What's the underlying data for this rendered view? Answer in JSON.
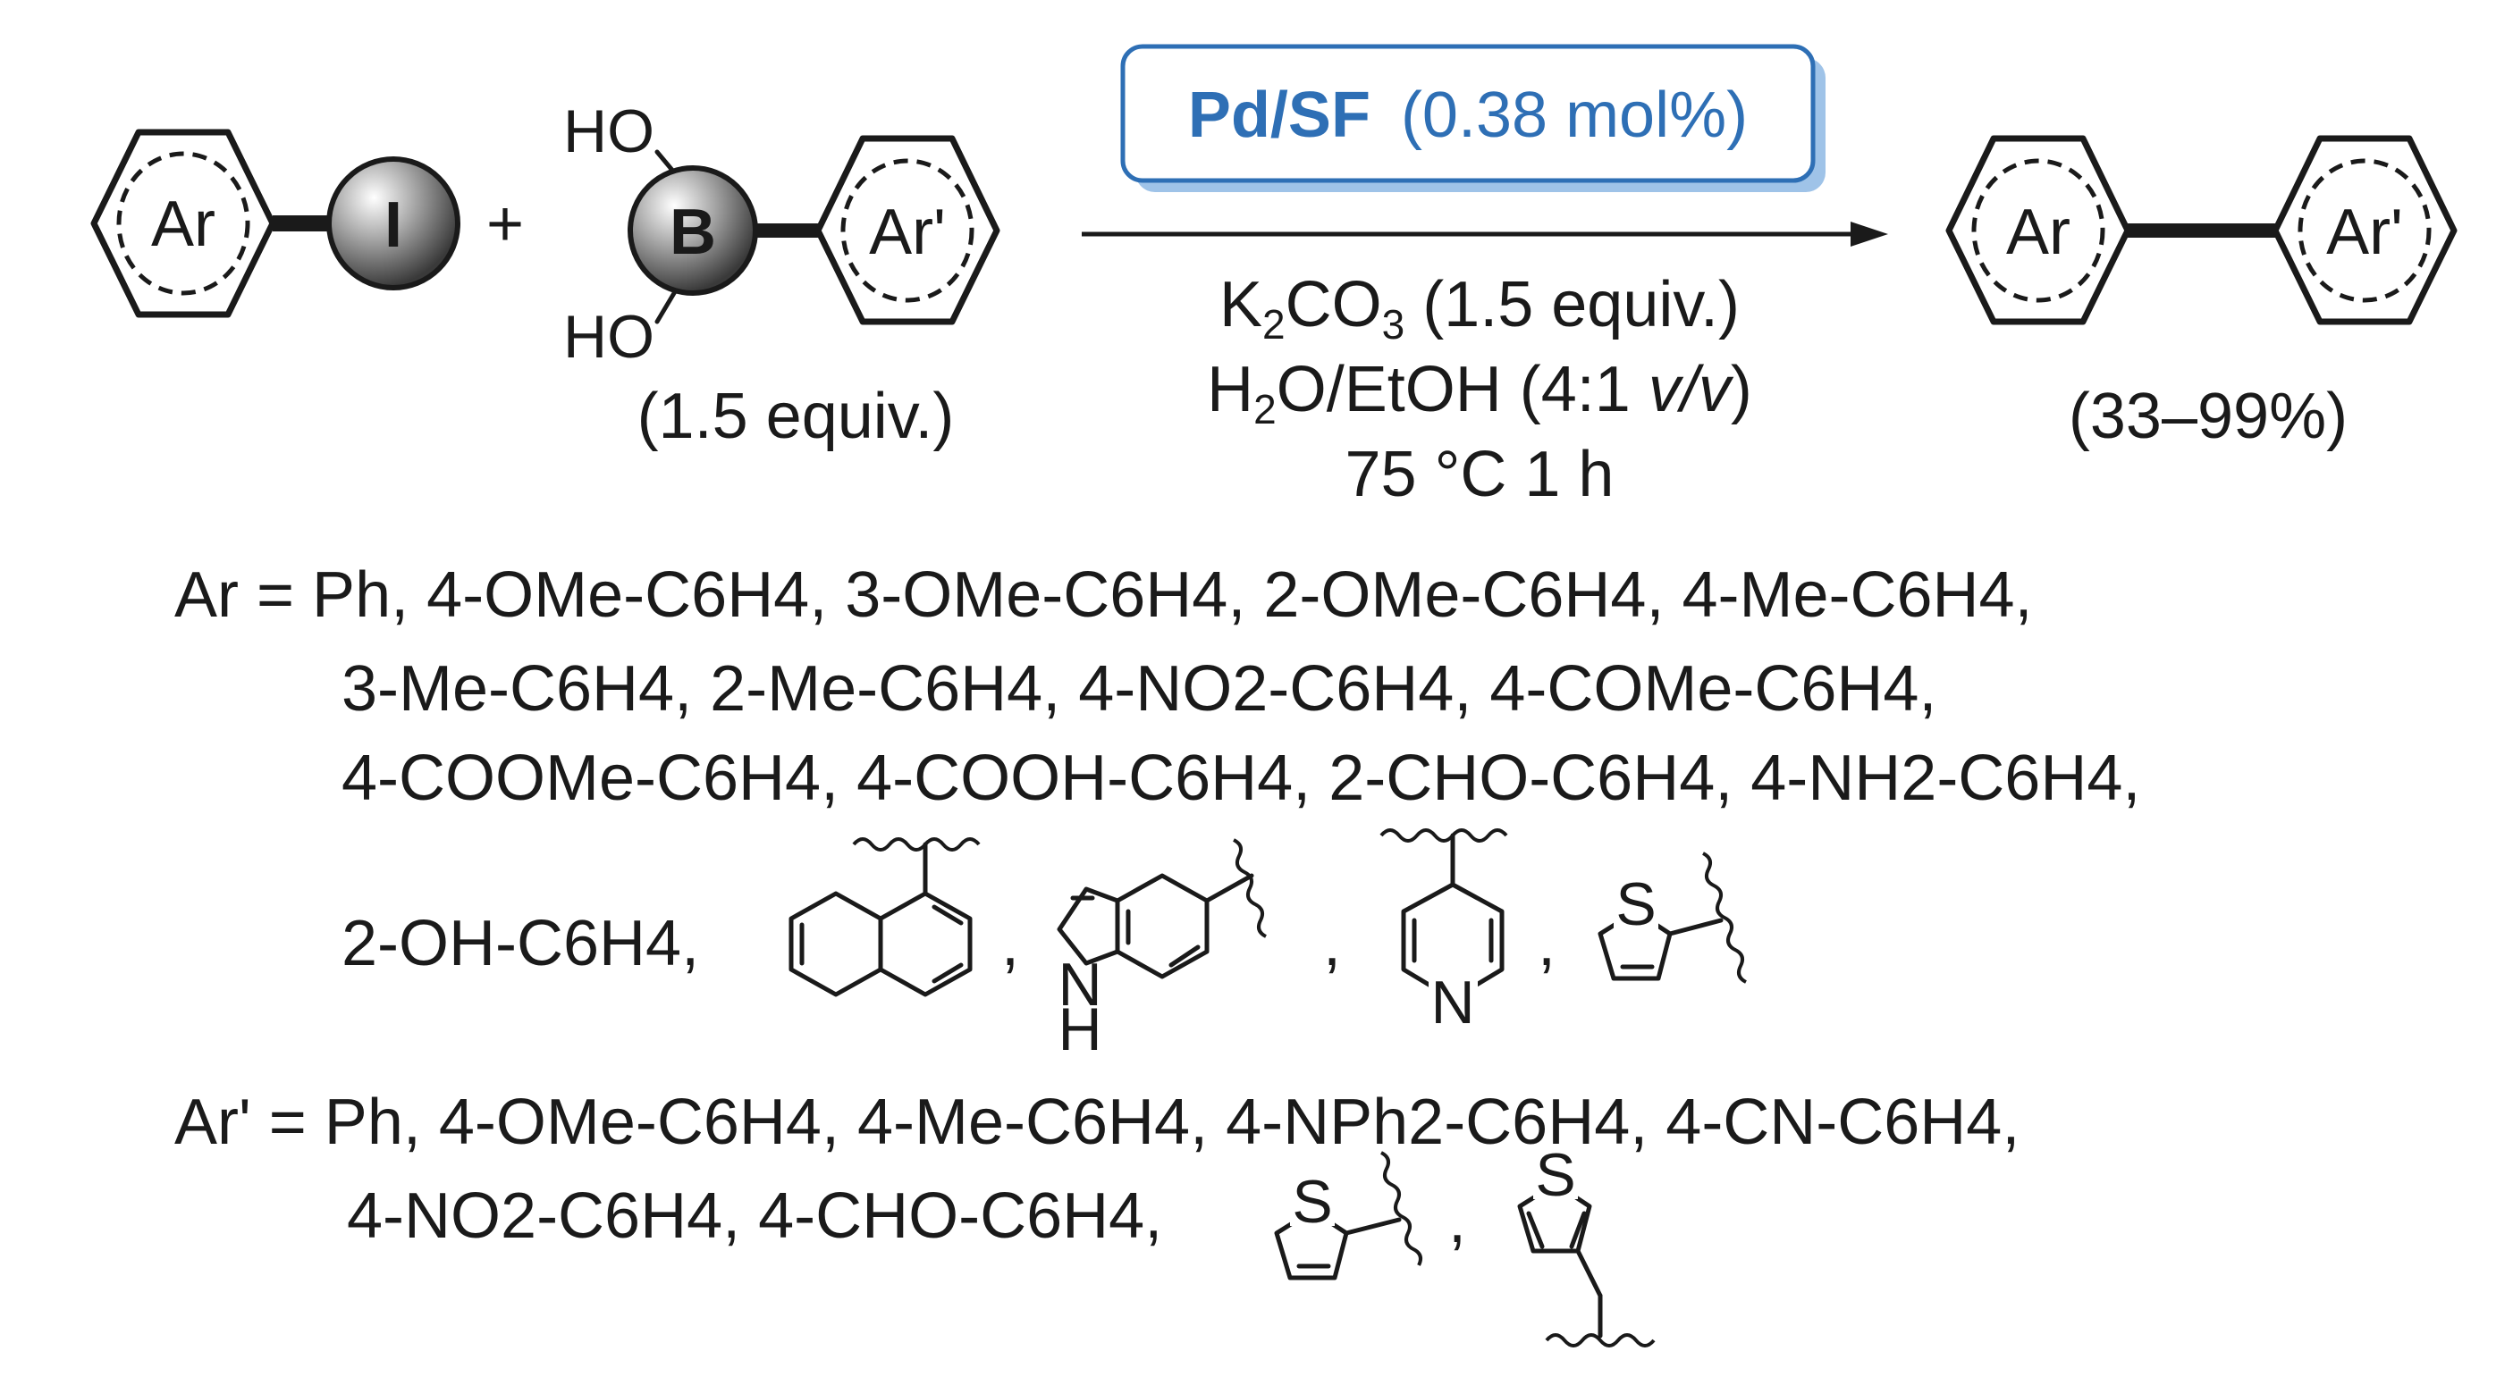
{
  "reactants": {
    "aryl_label": "Ar",
    "iodide_label": "I",
    "plus": "+",
    "boron_label": "B",
    "hydroxyl_top": "HO",
    "hydroxyl_bottom": "HO",
    "arylprime_label": "Ar'",
    "boronic_equiv": "(1.5 equiv.)"
  },
  "conditions": {
    "catalyst_name": "Pd/SF",
    "catalyst_loading": "(0.38 mol%)",
    "base_K": "K",
    "base_sub1": "2",
    "base_CO": "CO",
    "base_sub2": "3",
    "base_equiv": " (1.5 equiv.)",
    "solvent_H": "H",
    "solvent_sub": "2",
    "solvent_rest": "O/EtOH (4:1 ",
    "solvent_vv": "v/v",
    "solvent_close": ")",
    "temp_time": "75 °C 1 h"
  },
  "product": {
    "aryl_label": "Ar",
    "arylprime_label": "Ar'",
    "yield": "(33–99%)"
  },
  "scope": {
    "ar_line1": "Ar = Ph, 4-OMe-C6H4, 3-OMe-C6H4, 2-OMe-C6H4, 4-Me-C6H4,",
    "ar_line2": "3-Me-C6H4, 2-Me-C6H4, 4-NO2-C6H4, 4-COMe-C6H4,",
    "ar_line3": "4-COOMe-C6H4, 4-COOH-C6H4, 2-CHO-C6H4, 4-NH2-C6H4,",
    "ar_line4": "2-OH-C6H4,",
    "comma": ",",
    "indole_N": "N",
    "indole_H": "H",
    "pyridine_N": "N",
    "thiophene_S": "S",
    "arp_line1": "Ar' = Ph, 4-OMe-C6H4, 4-Me-C6H4, 4-NPh2-C6H4, 4-CN-C6H4,",
    "arp_line2": "4-NO2-C6H4, 4-CHO-C6H4,"
  },
  "colors": {
    "catalyst_box_border": "#2e6fb5",
    "catalyst_box_shadow": "#9fc3e8",
    "catalyst_text": "#2e6fb5",
    "sphere": "#9a9a9a"
  }
}
